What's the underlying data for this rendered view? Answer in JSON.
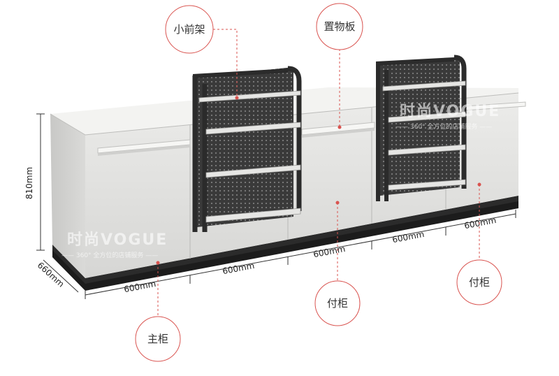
{
  "callouts": {
    "small_front_rack": "小前架",
    "shelf_board": "置物板",
    "main_cabinet": "主柜",
    "side_cabinet_1": "付柜",
    "side_cabinet_2": "付柜"
  },
  "dimensions": {
    "height": "810mm",
    "depth": "660mm",
    "width_1": "600mm",
    "width_2": "600mm",
    "width_3": "600mm",
    "width_4": "600mm",
    "width_5": "600mm"
  },
  "watermark": {
    "brand": "时尚VOGUE",
    "slogan": "—— 360° 全方位的店铺服务 ——"
  },
  "colors": {
    "leader_line": "#d9534f",
    "cabinet_body": "#e4e4e2",
    "rack_frame": "#2b2b2b",
    "base": "#1c1c1c"
  }
}
